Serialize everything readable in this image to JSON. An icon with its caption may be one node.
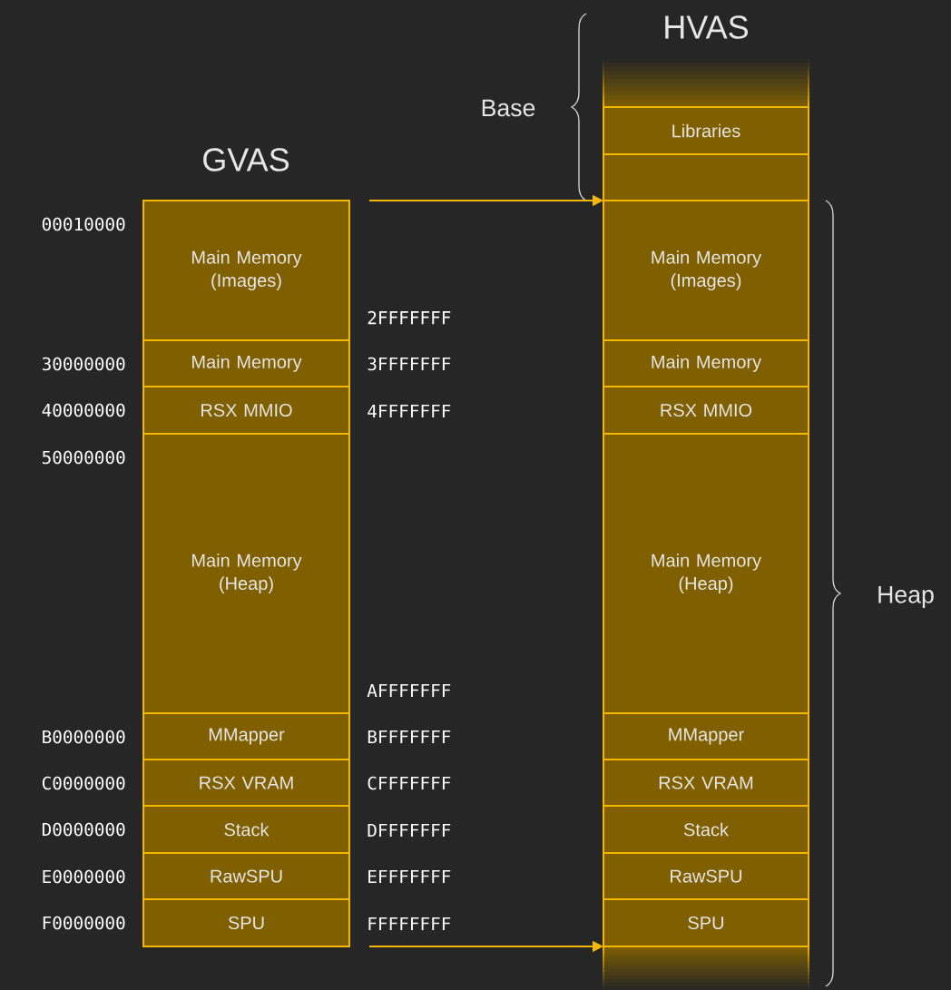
{
  "diagram": {
    "nodes": [
      {
        "text": [
          "Main Memory (Images)"
        ]
      },
      {
        "text": [
          "Main Memory"
        ]
      },
      {
        "text": [
          "RSX MMIO"
        ]
      },
      {
        "text": [
          "Main Memory (Heap)"
        ]
      },
      {
        "text": [
          "MMapper"
        ]
      },
      {
        "text": [
          "RSX VRAM"
        ]
      },
      {
        "text": [
          "Stack"
        ]
      },
      {
        "text": [
          "RawSPU"
        ]
      },
      {
        "text": [
          "SPU"
        ]
      },
      {
        "text": [
          "Libraries"
        ]
      },
      {
        "text": [],
        "shape": "box"
      },
      {
        "text": [
          "Main Memory (Images)"
        ]
      },
      {
        "text": [
          "Main Memory"
        ]
      },
      {
        "text": [
          "RSX MMIO"
        ]
      },
      {
        "text": [
          "Main Memory (Heap)"
        ]
      },
      {
        "text": [
          "MMapper"
        ]
      },
      {
        "text": [
          "RSX VRAM"
        ]
      },
      {
        "text": [
          "Stack"
        ]
      },
      {
        "text": [
          "RawSPU"
        ]
      },
      {
        "text": [
          "SPU"
        ]
      }
    ],
    "edges": [
      {
        "from": null,
        "to": 11,
        "arrow": "to"
      },
      {
        "from": null,
        "to": 19,
        "arrow": "to"
      }
    ],
    "labels": [
      "HVAS",
      "Base",
      "GVAS",
      "00010000",
      "2FFFFFFF",
      "30000000",
      "3FFFFFFF",
      "40000000",
      "4FFFFFFF",
      "50000000",
      "Heap",
      "AFFFFFFF",
      "B0000000",
      "BFFFFFFF",
      "C0000000",
      "CFFFFFFF",
      "D0000000",
      "DFFFFFFF",
      "E0000000",
      "EFFFFFFF",
      "F0000000",
      "FFFFFFFF"
    ]
  }
}
